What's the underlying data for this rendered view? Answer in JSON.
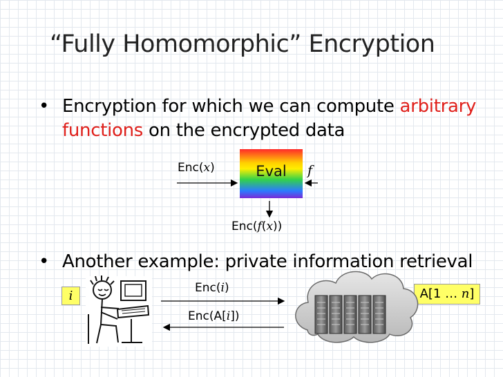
{
  "slide": {
    "title": "“Fully Homomorphic” Encryption",
    "bullet_symbol": "•",
    "bullet1": {
      "line1_prefix": "Encryption for which we can compute ",
      "line1_highlight": "arbitrary",
      "line2_highlight": "functions",
      "line2_suffix": " on the encrypted data"
    },
    "diagram1": {
      "enc_x_prefix": "Enc(",
      "enc_x_var": "x",
      "enc_x_suffix": ")",
      "eval_label": "Eval",
      "f_label": "f",
      "output_prefix": "Enc(",
      "output_f": "f",
      "output_mid": "(",
      "output_x": "x",
      "output_suffix": "))"
    },
    "bullet2": {
      "text": "Another example: private information retrieval"
    },
    "diagram2": {
      "i_label": "i",
      "query_prefix": "Enc(",
      "query_var": "i",
      "query_suffix": ")",
      "response_prefix": "Enc(A[",
      "response_var": "i",
      "response_suffix": "])",
      "db_prefix": "A[1 … ",
      "db_var": "n",
      "db_suffix": "]"
    }
  },
  "colors": {
    "highlight": "#e0201b",
    "label_box": "#ffff66"
  }
}
